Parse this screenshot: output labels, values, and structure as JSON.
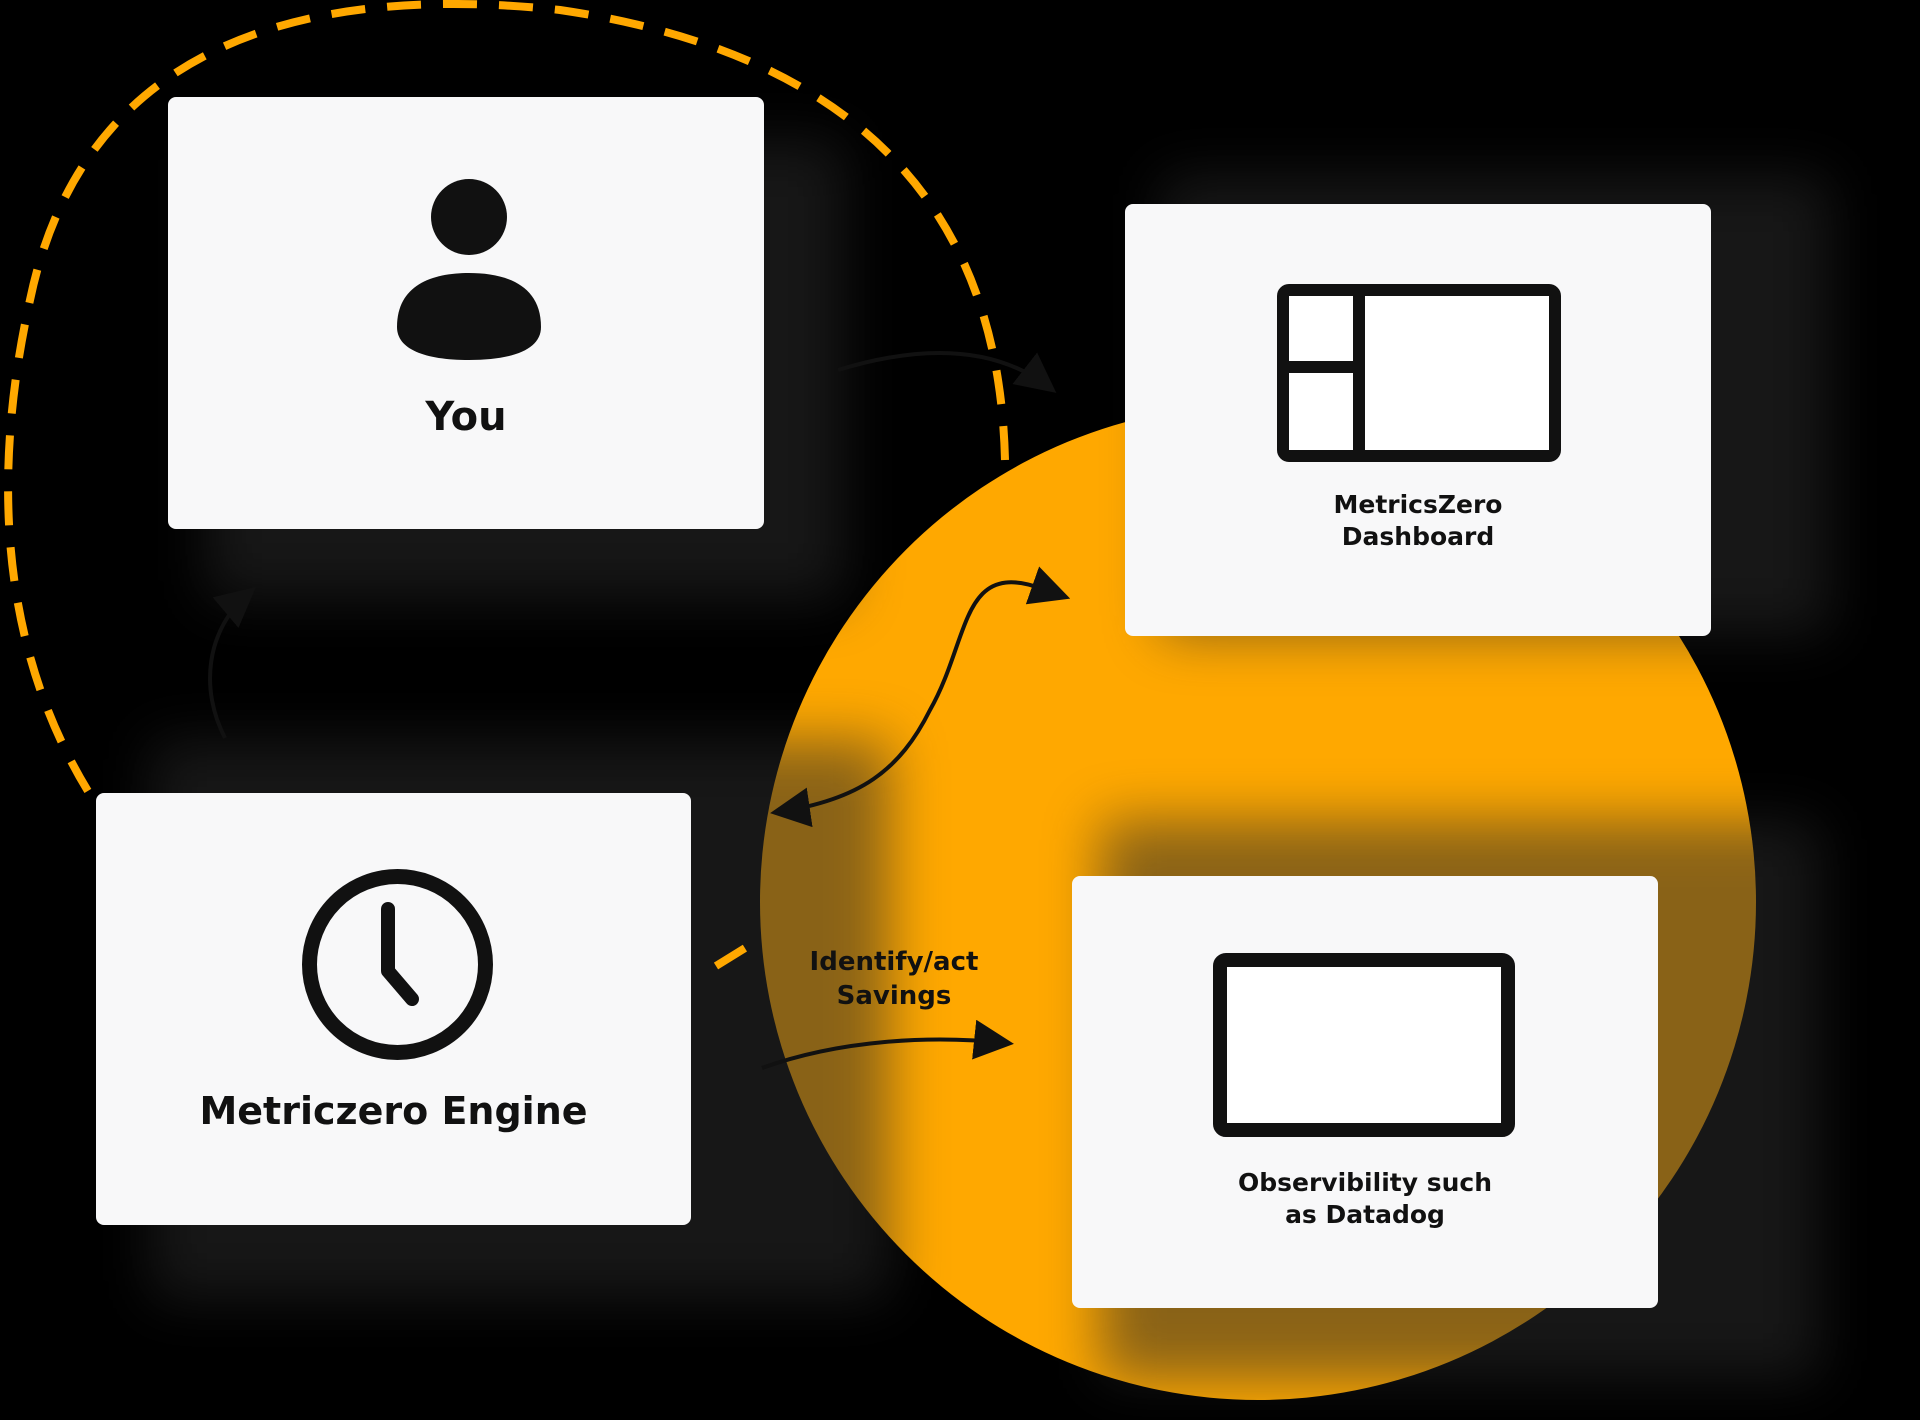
{
  "colors": {
    "accent": "#FFA800",
    "card": "#F8F8F9",
    "ink": "#111111",
    "background": "#000000"
  },
  "nodes": {
    "you": {
      "label": "You",
      "icon": "user-icon"
    },
    "dashboard": {
      "label_line1": "MetricsZero",
      "label_line2": "Dashboard",
      "icon": "dashboard-layout-icon"
    },
    "engine": {
      "label": "Metriczero Engine",
      "icon": "clock-icon"
    },
    "observability": {
      "label_line1": "Observibility such",
      "label_line2": "as Datadog",
      "icon": "monitor-icon"
    }
  },
  "edges": {
    "engine_to_observability": {
      "label_line1": "Identify/act",
      "label_line2": "Savings"
    }
  }
}
